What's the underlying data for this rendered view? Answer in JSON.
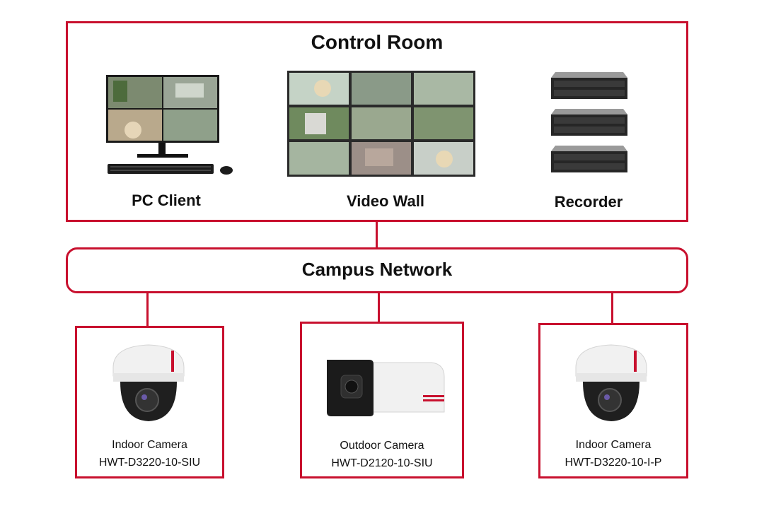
{
  "colors": {
    "accent": "#c8102e",
    "text": "#111111"
  },
  "control_room": {
    "title": "Control Room",
    "items": [
      {
        "label": "PC Client",
        "icon": "monitor-icon"
      },
      {
        "label": "Video Wall",
        "icon": "video-wall-icon"
      },
      {
        "label": "Recorder",
        "icon": "recorder-icon"
      }
    ]
  },
  "network": {
    "title": "Campus Network"
  },
  "cameras": [
    {
      "type": "Indoor Camera",
      "model": "HWT-D3220-10-SIU",
      "icon": "dome-camera-icon"
    },
    {
      "type": "Outdoor Camera",
      "model": "HWT-D2120-10-SIU",
      "icon": "bullet-camera-icon"
    },
    {
      "type": "Indoor Camera",
      "model": "HWT-D3220-10-I-P",
      "icon": "dome-camera-icon"
    }
  ]
}
